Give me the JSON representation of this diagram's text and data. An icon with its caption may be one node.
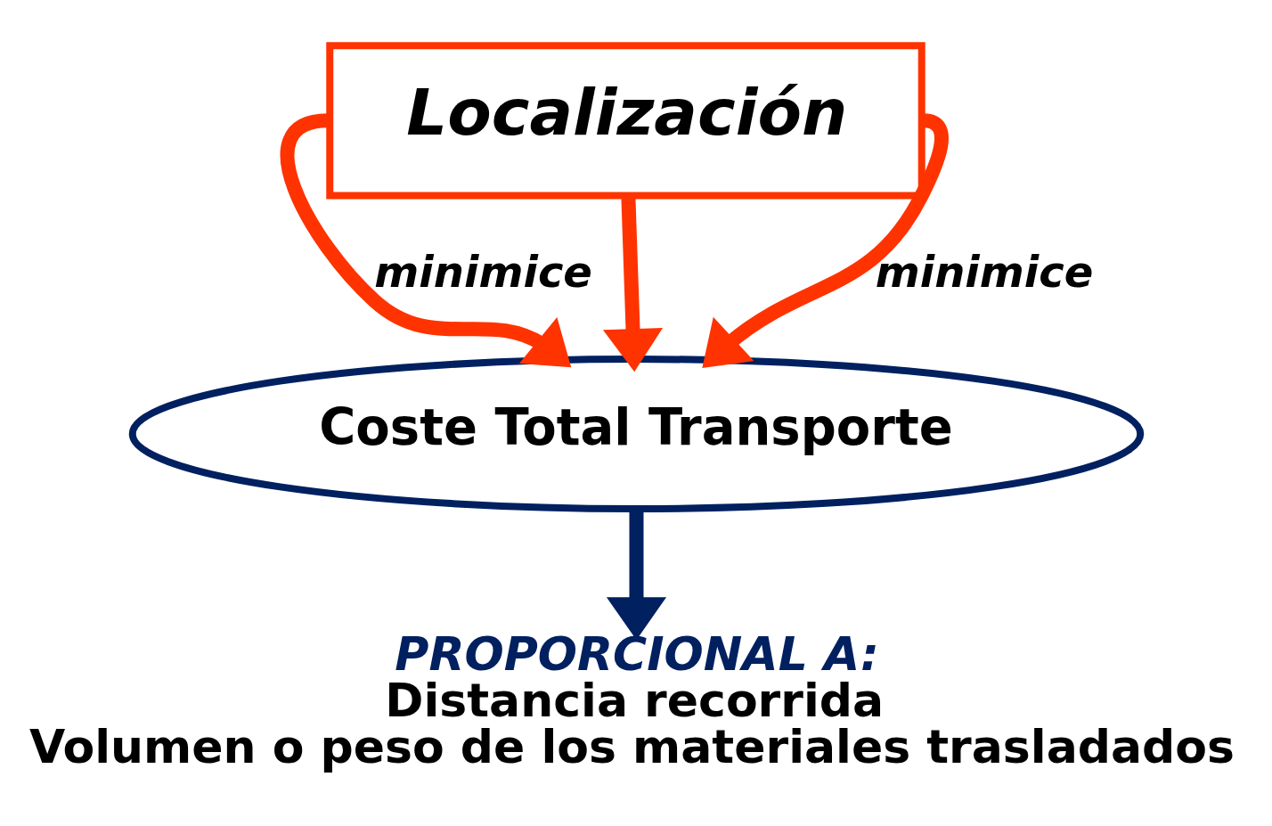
{
  "diagram": {
    "nodes": [
      {
        "text": [
          "Localización"
        ]
      },
      {
        "text": [
          "Coste Total Transporte"
        ]
      },
      {
        "text": [
          "PROPORCIONAL A:",
          "Distancia recorrida",
          "Volumen o peso de los materiales trasladados"
        ]
      }
    ],
    "edges": [
      {
        "from": 0,
        "to": 1,
        "arrow": "to"
      },
      {
        "from": 0,
        "to": 1,
        "arrow": "to",
        "label": "minimice"
      },
      {
        "from": 0,
        "to": 1,
        "arrow": "to",
        "label": "minimice"
      },
      {
        "from": 1,
        "to": 2,
        "arrow": "to",
        "color": "#002060"
      }
    ]
  }
}
